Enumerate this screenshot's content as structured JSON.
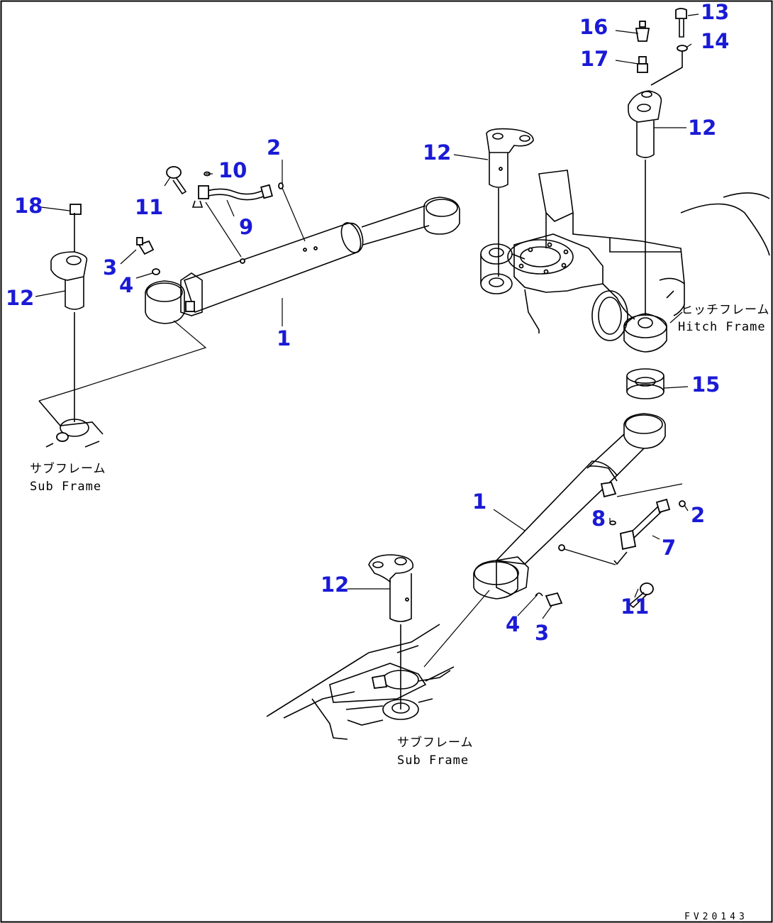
{
  "part_numbers": {
    "n1a": "1",
    "n1b": "1",
    "n2a": "2",
    "n2b": "2",
    "n3a": "3",
    "n3b": "3",
    "n4a": "4",
    "n4b": "4",
    "n7": "7",
    "n8": "8",
    "n9": "9",
    "n10": "10",
    "n11a": "11",
    "n11b": "11",
    "n12a": "12",
    "n12b": "12",
    "n12c": "12",
    "n12d": "12",
    "n13": "13",
    "n14": "14",
    "n15": "15",
    "n16": "16",
    "n17": "17",
    "n18": "18"
  },
  "captions": {
    "hitch_jp": "ヒッチフレーム",
    "hitch_en": "Hitch Frame",
    "sub1_jp": "サブフレーム",
    "sub1_en": "Sub Frame",
    "sub2_jp": "サブフレーム",
    "sub2_en": "Sub Frame"
  },
  "drawing_code": "FV20143",
  "colors": {
    "callout": "#1a1ad6",
    "line": "#000000",
    "background": "#ffffff"
  }
}
